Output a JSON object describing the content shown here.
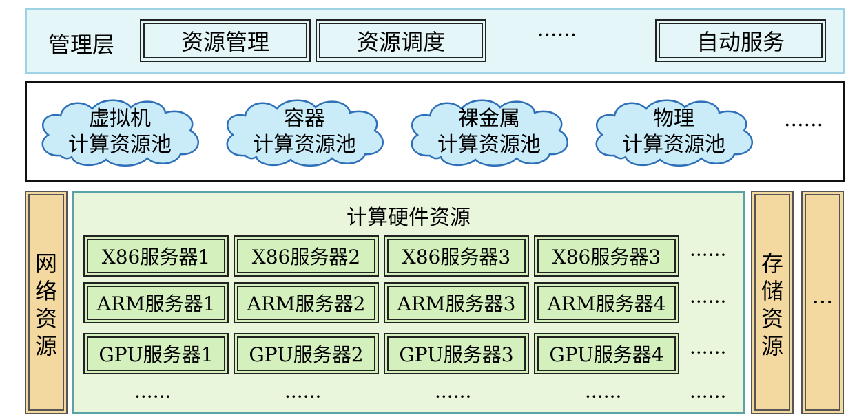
{
  "management": {
    "title": "管理层",
    "items": [
      "资源管理",
      "资源调度",
      "······",
      "自动服务"
    ]
  },
  "pools": {
    "clouds": [
      {
        "line1": "虚拟机",
        "line2": "计算资源池"
      },
      {
        "line1": "容器",
        "line2": "计算资源池"
      },
      {
        "line1": "裸金属",
        "line2": "计算资源池"
      },
      {
        "line1": "物理",
        "line2": "计算资源池"
      }
    ],
    "more": "······"
  },
  "network": {
    "chars": [
      "网",
      "络",
      "资",
      "源"
    ]
  },
  "storage": {
    "chars": [
      "存",
      "储",
      "资",
      "源"
    ]
  },
  "other": {
    "label": "···"
  },
  "compute": {
    "title": "计算硬件资源",
    "rows": [
      {
        "servers": [
          "X86服务器1",
          "X86服务器2",
          "X86服务器3",
          "X86服务器3"
        ],
        "more": "······"
      },
      {
        "servers": [
          "ARM服务器1",
          "ARM服务器2",
          "ARM服务器3",
          "ARM服务器4"
        ],
        "more": "······"
      },
      {
        "servers": [
          "GPU服务器1",
          "GPU服务器2",
          "GPU服务器3",
          "GPU服务器4"
        ],
        "more": "······"
      }
    ],
    "bottom_more": [
      "······",
      "······",
      "······",
      "······",
      "······"
    ]
  },
  "colors": {
    "management_bg": "#e4f6f7",
    "cloud_fill": "#c9ecf8",
    "side_bg": "#f3d9a0",
    "compute_bg": "#e9f6dc",
    "server_bg": "#d3f0bd"
  }
}
